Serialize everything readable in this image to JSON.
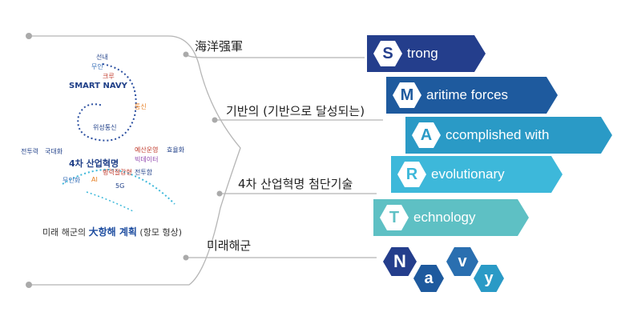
{
  "acronym_items": [
    {
      "letter": "S",
      "word": "trong",
      "color": "#243e8c",
      "letter_color": "#243e8c"
    },
    {
      "letter": "M",
      "word": "aritime forces",
      "color": "#1e5a9e",
      "letter_color": "#1e5a9e"
    },
    {
      "letter": "A",
      "word": "ccomplished with",
      "color": "#2a9ac6",
      "letter_color": "#2a9ac6"
    },
    {
      "letter": "R",
      "word": "evolutionary",
      "color": "#3db8da",
      "letter_color": "#3db8da"
    },
    {
      "letter": "T",
      "word": "echnology",
      "color": "#5ec0c4",
      "letter_color": "#5ec0c4"
    }
  ],
  "navy_letters": [
    {
      "letter": "N",
      "color": "#243e8c"
    },
    {
      "letter": "a",
      "color": "#1e5a9e"
    },
    {
      "letter": "v",
      "color": "#2a6fb0"
    },
    {
      "letter": "y",
      "color": "#2a9ac6"
    }
  ],
  "branch_labels": {
    "l1": "海洋强軍",
    "l2": "기반의 (기반으로 달성되는)",
    "l3": "4차 산업혁명 첨단기술",
    "l4": "미래해군"
  },
  "logo": {
    "smart_navy": "SMART NAVY",
    "center_text": "4차 산업혁명",
    "words": [
      "선내",
      "무인",
      "크루",
      "통신",
      "위성통신",
      "전투력",
      "국대화",
      "예산운영",
      "효율화",
      "빅데이터",
      "병력절감형",
      "전투함",
      "5G",
      "무인화",
      "AI"
    ]
  },
  "caption": {
    "before": "미래 해군의 ",
    "highlight": "大항해 계획",
    "after": " (항모 형상)"
  },
  "colors": {
    "line": "#b5b5b5",
    "dot": "#aaaaaa"
  }
}
